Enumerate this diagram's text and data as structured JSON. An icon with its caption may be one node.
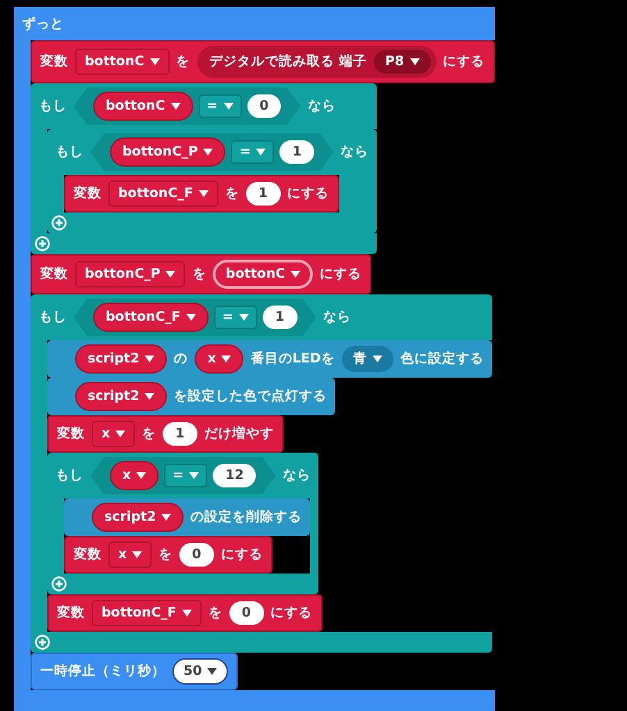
{
  "diagram": {
    "nodes": [
      {
        "text": [
          "ずっと"
        ]
      },
      {
        "text": [
          "変数",
          "を",
          "にする"
        ],
        "in": 0
      },
      {
        "text": [
          "bottonC"
        ],
        "in": 1
      },
      {
        "text": [
          "デジタルで読み取る 端子"
        ],
        "in": 1
      },
      {
        "text": [
          "P8"
        ],
        "in": 3
      },
      {
        "text": [
          "もし",
          "なら"
        ],
        "in": 0
      },
      {
        "text": [],
        "shape": "hexagon",
        "in": 5
      },
      {
        "text": [
          "bottonC"
        ],
        "in": 6
      },
      {
        "text": [
          "="
        ],
        "in": 6
      },
      {
        "text": [
          "0"
        ],
        "in": 6
      },
      {
        "text": [
          "もし",
          "なら"
        ],
        "in": 5
      },
      {
        "text": [],
        "shape": "hexagon",
        "in": 10
      },
      {
        "text": [
          "bottonC_P"
        ],
        "in": 11
      },
      {
        "text": [
          "="
        ],
        "in": 11
      },
      {
        "text": [
          "1"
        ],
        "in": 11
      },
      {
        "text": [
          "変数",
          "を",
          "にする"
        ],
        "in": 10
      },
      {
        "text": [
          "bottonC_F"
        ],
        "in": 15
      },
      {
        "text": [
          "1"
        ],
        "in": 15
      },
      {
        "text": [
          "変数",
          "を",
          "にする"
        ],
        "in": 0
      },
      {
        "text": [
          "bottonC_P"
        ],
        "in": 18
      },
      {
        "text": [
          "bottonC"
        ],
        "in": 18
      },
      {
        "text": [
          "もし",
          "なら"
        ],
        "in": 0
      },
      {
        "text": [],
        "shape": "hexagon",
        "in": 21
      },
      {
        "text": [
          "bottonC_F"
        ],
        "in": 22
      },
      {
        "text": [
          "="
        ],
        "in": 22
      },
      {
        "text": [
          "1"
        ],
        "in": 22
      },
      {
        "text": [
          "の",
          "番目のLEDを",
          "色に設定する"
        ],
        "in": 21
      },
      {
        "text": [
          "script2"
        ],
        "in": 26
      },
      {
        "text": [
          "x"
        ],
        "in": 26
      },
      {
        "text": [
          "青"
        ],
        "in": 26
      },
      {
        "text": [
          "を設定した色で点灯する"
        ],
        "in": 21
      },
      {
        "text": [
          "script2"
        ],
        "in": 30
      },
      {
        "text": [
          "変数",
          "を",
          "だけ増やす"
        ],
        "in": 21
      },
      {
        "text": [
          "x"
        ],
        "in": 32
      },
      {
        "text": [
          "1"
        ],
        "in": 32
      },
      {
        "text": [
          "もし",
          "なら"
        ],
        "in": 21
      },
      {
        "text": [],
        "shape": "hexagon",
        "in": 35
      },
      {
        "text": [
          "x"
        ],
        "in": 36
      },
      {
        "text": [
          "="
        ],
        "in": 36
      },
      {
        "text": [
          "12"
        ],
        "in": 36
      },
      {
        "text": [
          "の設定を削除する"
        ],
        "in": 35
      },
      {
        "text": [
          "script2"
        ],
        "in": 40
      },
      {
        "text": [
          "変数",
          "を",
          "にする"
        ],
        "in": 35
      },
      {
        "text": [
          "x"
        ],
        "in": 42
      },
      {
        "text": [
          "0"
        ],
        "in": 42
      },
      {
        "text": [
          "変数",
          "を",
          "にする"
        ],
        "in": 21
      },
      {
        "text": [
          "bottonC_F"
        ],
        "in": 45
      },
      {
        "text": [
          "0"
        ],
        "in": 45
      },
      {
        "text": [
          "一時停止（ミリ秒）"
        ],
        "in": 0
      },
      {
        "text": [
          "50"
        ],
        "in": 48
      }
    ]
  }
}
